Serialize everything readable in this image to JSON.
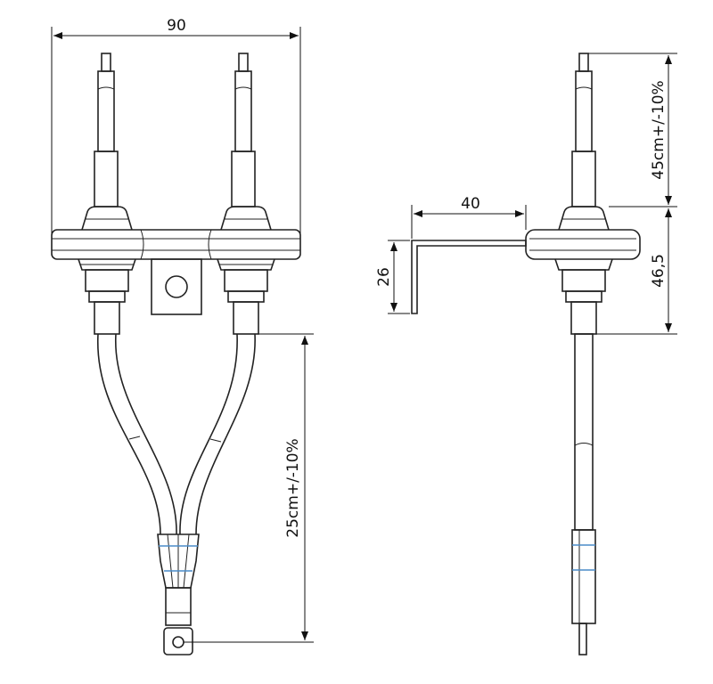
{
  "dimensions": {
    "width_front": "90",
    "bracket_length": "40",
    "bracket_height": "26",
    "upper_lead_length": "45cm+/-10%",
    "body_height": "46,5",
    "lower_cable_length": "25cm+/-10%"
  }
}
